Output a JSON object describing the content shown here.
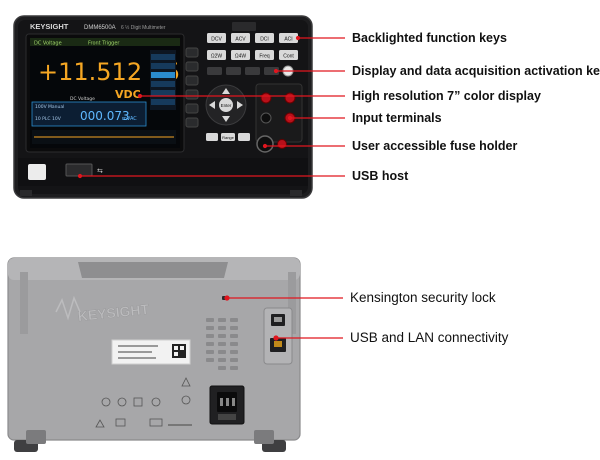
{
  "front_panel": {
    "brand": "KEYSIGHT",
    "model": "DMM6500A",
    "model_desc": "6 ½ Digit Multimeter",
    "screen_mode": "DC Voltage",
    "screen_tab": "Front Trigger",
    "primary_reading": "+11.512 95",
    "primary_unit": "VDC",
    "secondary_mode": "DC Voltage",
    "secondary_reading": "000.073",
    "secondary_unit": "mVAC",
    "range_label": "100V",
    "range_auto": "Manual",
    "nplc_label": "10 PLC",
    "nplc_value": "10V",
    "nav_enter": "Enter",
    "key_range": "Range",
    "function_keys": [
      "DCV",
      "ACV",
      "DCI",
      "ACI",
      "Ω2W",
      "Ω4W",
      "Freq",
      "Cont"
    ]
  },
  "rear_panel": {
    "brand": "KEYSIGHT"
  },
  "callouts": {
    "backlit_keys": "Backlighted function keys",
    "display_keys": "Display and data acquisition activation keys",
    "display": "High resolution 7” color display",
    "input_terminals": "Input terminals",
    "fuse_holder": "User accessible fuse holder",
    "usb_host": "USB host",
    "kensington": "Kensington security lock",
    "usb_lan": "USB and LAN connectivity"
  },
  "colors": {
    "callout_line": "#e0161f",
    "reading": "#f5a623",
    "accent_blue": "#2a8ccf"
  }
}
